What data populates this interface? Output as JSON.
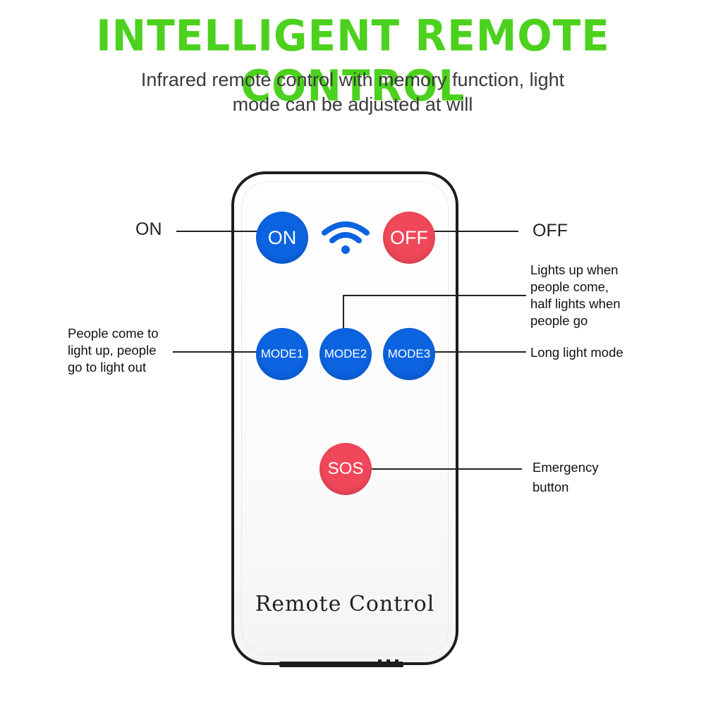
{
  "header": {
    "title": "INTELLIGENT REMOTE CONTROL",
    "subtitle_line1": "Infrared remote control with memory function, light",
    "subtitle_line2": "mode can be adjusted at will"
  },
  "remote": {
    "label": "Remote Control",
    "buttons": {
      "on": "ON",
      "off": "OFF",
      "mode1": "MODE1",
      "mode2": "MODE2",
      "mode3": "MODE3",
      "sos": "SOS"
    }
  },
  "callouts": {
    "on": "ON",
    "off": "OFF",
    "mode1": [
      "People come to",
      "light up, people",
      "go to light out"
    ],
    "mode2": [
      "Lights up when",
      "people come,",
      "half lights when",
      "people go"
    ],
    "mode3": "Long light mode",
    "sos": [
      "Emergency",
      "button"
    ]
  },
  "colors": {
    "title": "#4cd11e",
    "blue_button": "#0c63e0",
    "red_button": "#f0475a"
  },
  "icons": [
    "wifi-signal-icon"
  ]
}
